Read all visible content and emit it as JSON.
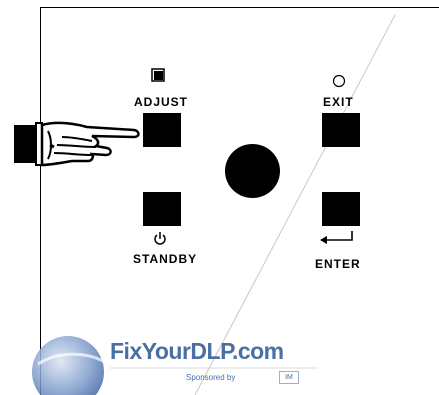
{
  "controls": {
    "adjust_label": "ADJUST",
    "exit_label": "EXIT",
    "standby_label": "STANDBY",
    "enter_label": "ENTER"
  },
  "icons": {
    "adjust": "square-layers-icon",
    "exit": "circle-icon",
    "standby": "power-icon",
    "enter": "enter-arrow-icon",
    "pointer": "pointing-hand-icon"
  },
  "watermark": {
    "text": "FixYourDLP.com",
    "sub": "Sponsored by",
    "badge": "IM"
  },
  "colors": {
    "button": "#000000",
    "watermark": "#4a6fa5"
  }
}
